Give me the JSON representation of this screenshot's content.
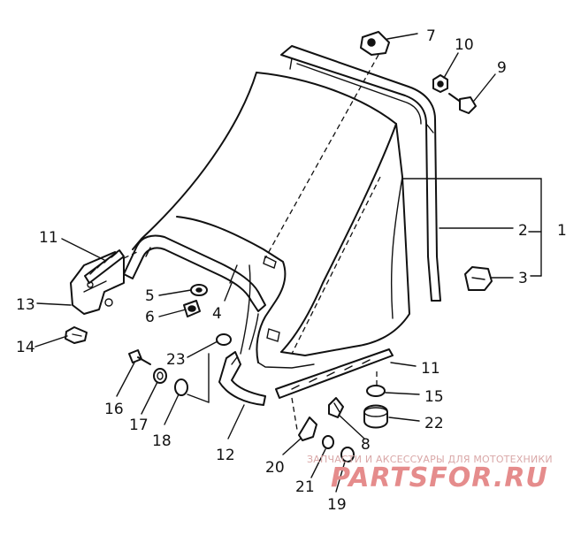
{
  "callouts": {
    "n1": "1",
    "n2": "2",
    "n3": "3",
    "n4": "4",
    "n5": "5",
    "n6": "6",
    "n7": "7",
    "n8": "8",
    "n9": "9",
    "n10": "10",
    "n11a": "11",
    "n11b": "11",
    "n12": "12",
    "n13": "13",
    "n14": "14",
    "n15": "15",
    "n16": "16",
    "n17": "17",
    "n18": "18",
    "n19": "19",
    "n20": "20",
    "n21": "21",
    "n22": "22",
    "n23": "23"
  },
  "watermark": {
    "line1": "ЗАПЧАСТИ И АКСЕССУАРЫ ДЛЯ МОТОТЕХНИКИ",
    "line2": "PARTSFOR.RU"
  },
  "colors": {
    "ink": "#111111",
    "watermark_small": "#d9a7a7",
    "watermark_logo": "#e58c8c"
  }
}
